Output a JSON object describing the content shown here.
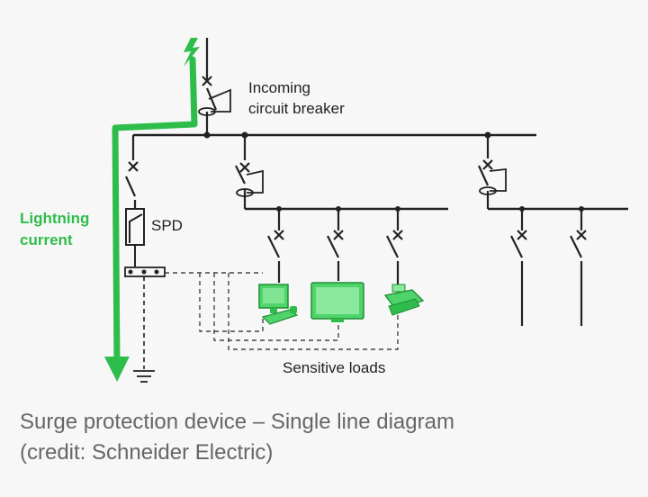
{
  "labels": {
    "incoming_line1": "Incoming",
    "incoming_line2": "circuit breaker",
    "lightning_line1": "Lightning",
    "lightning_line2": "current",
    "spd": "SPD",
    "sensitive_loads": "Sensitive loads"
  },
  "caption": {
    "line1": "Surge protection device – Single line diagram",
    "line2": "(credit: Schneider Electric)"
  },
  "colors": {
    "accent_green": "#2ebd4a",
    "wire": "#222222",
    "caption_text": "#666666"
  },
  "icons": [
    "lightning-bolt-icon",
    "computer-icon",
    "monitor-icon",
    "printer-icon",
    "ground-icon"
  ]
}
